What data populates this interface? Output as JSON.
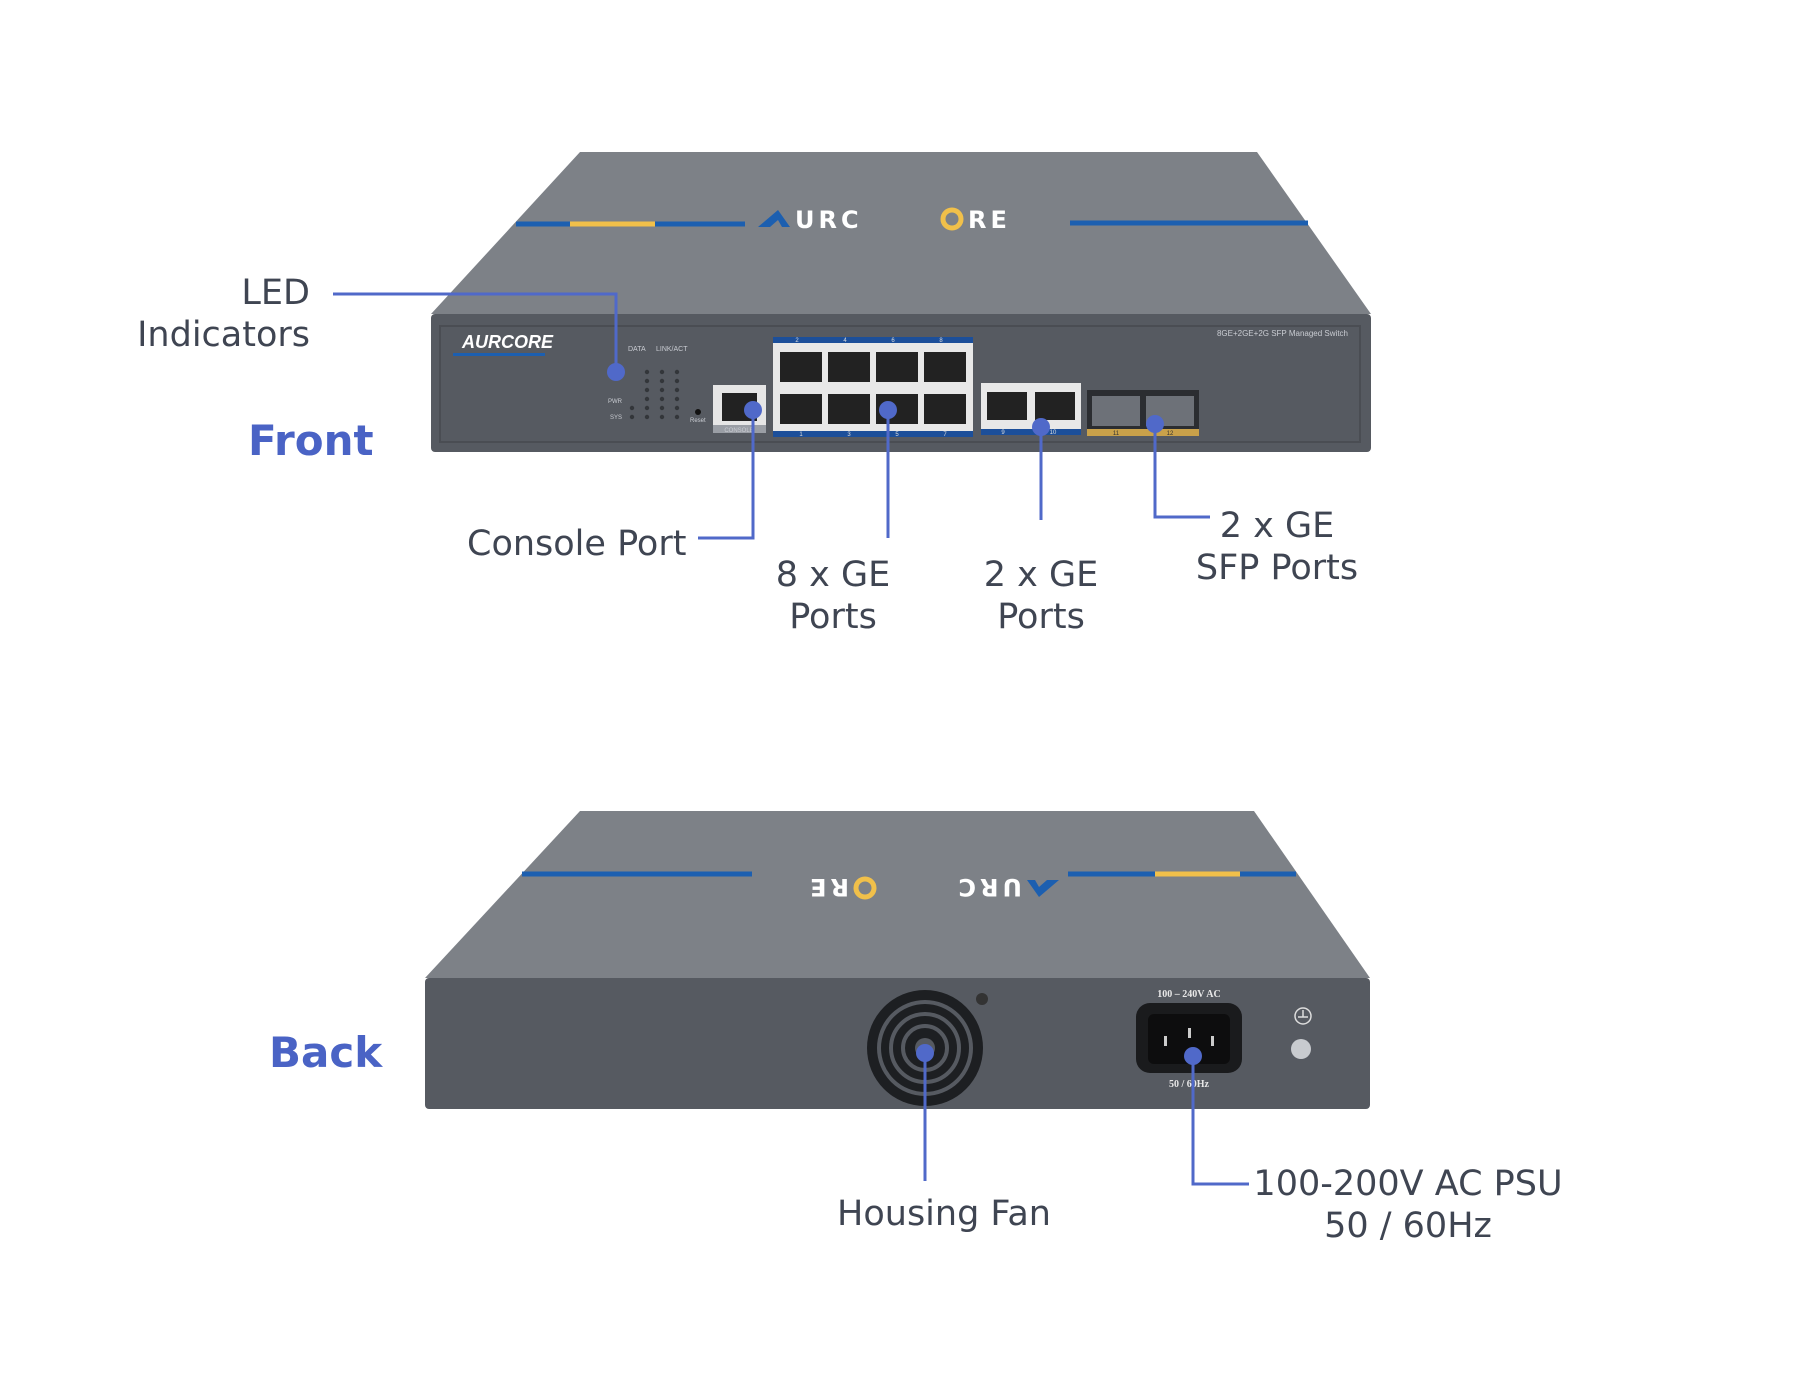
{
  "brand": "AURCORE",
  "colors": {
    "accent": "#4a63c5",
    "leader": "#5069c9",
    "chassis": "#5b5f66",
    "top": "#7c8086",
    "stripe_blue": "#1c5fb0",
    "stripe_yellow": "#f1c04a"
  },
  "front": {
    "section_label": "Front",
    "model_text": "8GE+2GE+2G SFP Managed Switch",
    "led_header": {
      "data": "DATA",
      "link": "LINK/ACT"
    },
    "led_labels": {
      "pwr": "PWR",
      "sys": "SYS",
      "reset": "Reset"
    },
    "console_label": "CONSOLE",
    "port_numbers_top": [
      "2",
      "4",
      "6",
      "8"
    ],
    "port_numbers_bottom": [
      "1",
      "3",
      "5",
      "7"
    ],
    "port_numbers_extra": [
      "9",
      "10"
    ],
    "sfp_numbers": [
      "11",
      "12"
    ],
    "callouts": {
      "led": [
        "LED",
        "Indicators"
      ],
      "console": "Console Port",
      "ge8": [
        "8 x GE",
        "Ports"
      ],
      "ge2": [
        "2 x GE",
        "Ports"
      ],
      "sfp": [
        "2 x GE",
        "SFP Ports"
      ]
    }
  },
  "back": {
    "section_label": "Back",
    "psu_top_text": "100 – 240V AC",
    "psu_bottom_text": "50 / 60Hz",
    "callouts": {
      "fan": "Housing Fan",
      "psu": [
        "100-200V AC PSU",
        "50 / 60Hz"
      ]
    }
  }
}
